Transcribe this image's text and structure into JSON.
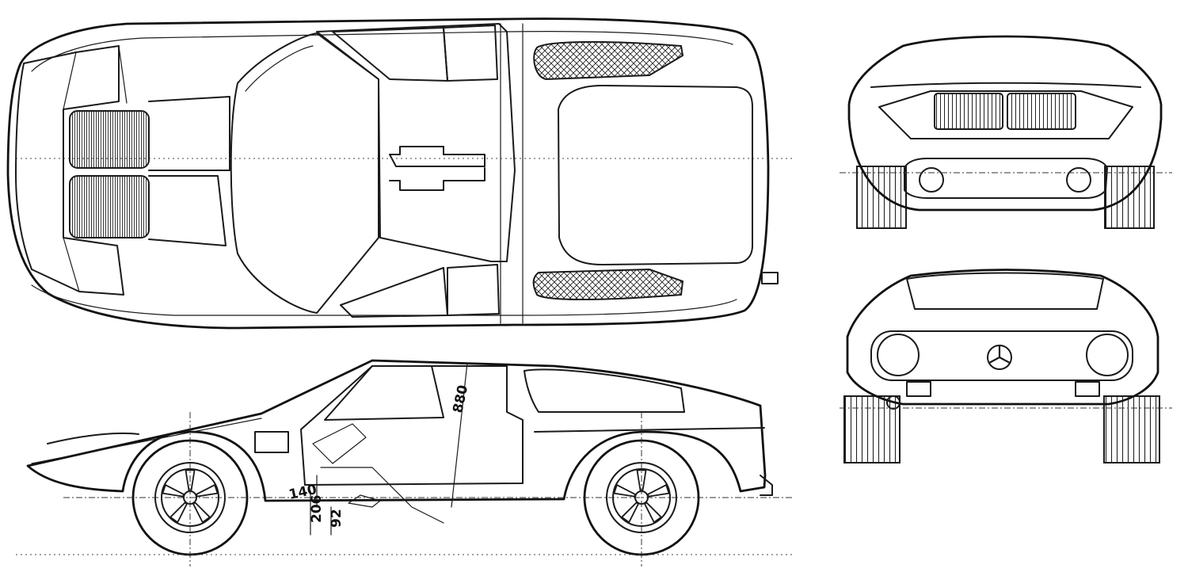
{
  "drawing": {
    "subject": "",
    "views": [
      "top",
      "side",
      "front",
      "rear"
    ]
  },
  "dimensions": {
    "roof_height": "880",
    "ground_clearance": "140",
    "sill_height": "206",
    "floor_height": "92"
  },
  "colors": {
    "line": "#1a1a1a",
    "paper": "#ffffff"
  },
  "icons": [
    "three-pointed-star-emblem"
  ]
}
